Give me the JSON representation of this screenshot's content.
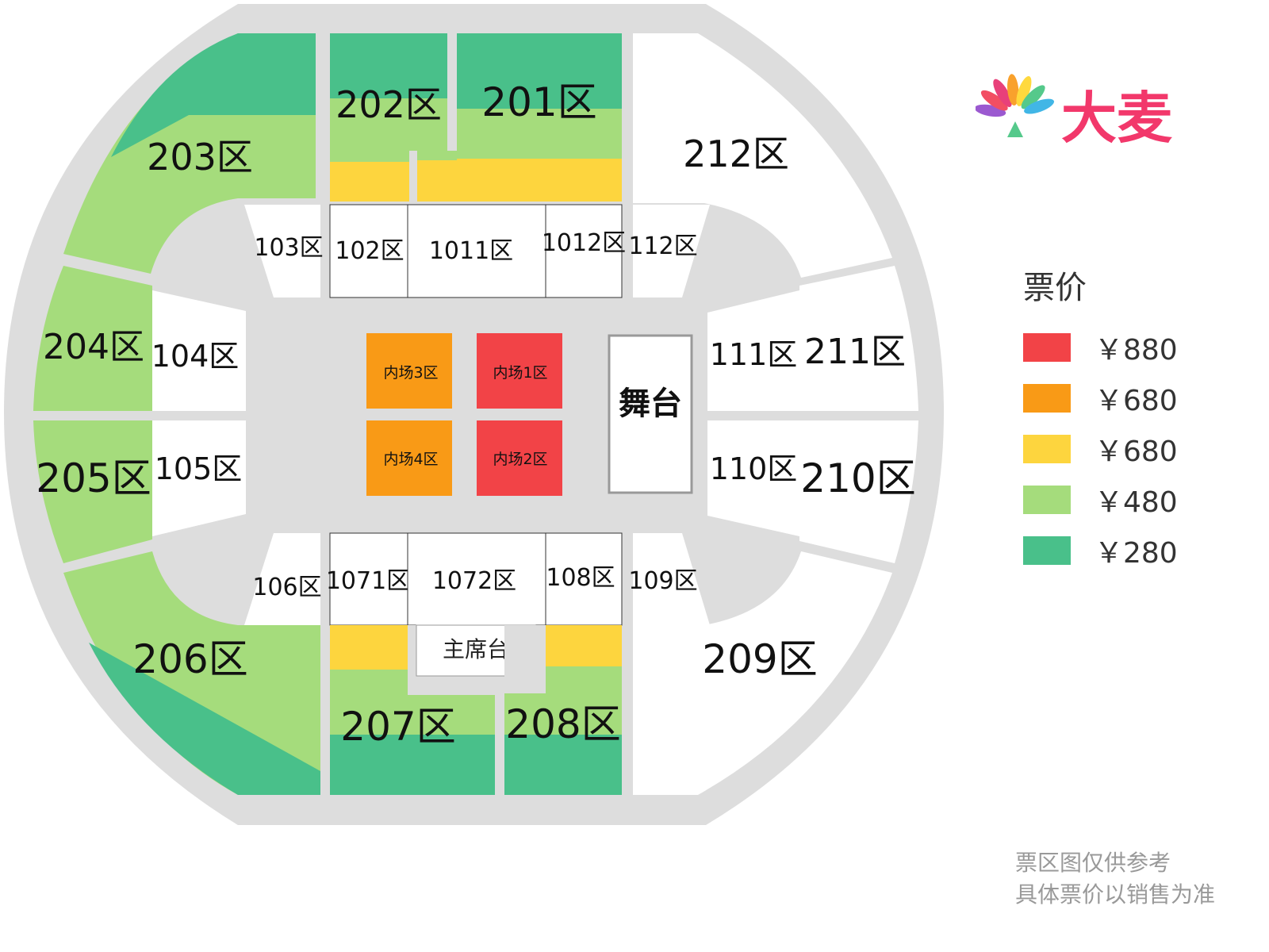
{
  "brand": {
    "name": "大麦",
    "colors": [
      "#f24e63",
      "#f9a12c",
      "#ffd93d",
      "#55c98b",
      "#41b6e6",
      "#9b59d0"
    ]
  },
  "legend": {
    "title": "票价",
    "items": [
      {
        "price": "￥880",
        "color": "#f24347"
      },
      {
        "price": "￥680",
        "color": "#f99a16"
      },
      {
        "price": "￥680",
        "color": "#fdd53e"
      },
      {
        "price": "￥480",
        "color": "#a5dc7c"
      },
      {
        "price": "￥280",
        "color": "#49c08a"
      }
    ]
  },
  "sections": {
    "s201": "201区",
    "s202": "202区",
    "s203": "203区",
    "s204": "204区",
    "s205": "205区",
    "s206": "206区",
    "s207": "207区",
    "s208": "208区",
    "s209": "209区",
    "s210": "210区",
    "s211": "211区",
    "s212": "212区",
    "s102": "102区",
    "s103": "103区",
    "s1011": "1011区",
    "s1012": "1012区",
    "s112": "112区",
    "s104": "104区",
    "s105": "105区",
    "s106": "106区",
    "s1071": "1071区",
    "s1072": "1072区",
    "s108": "108区",
    "s109": "109区",
    "s110": "110区",
    "s111": "111区",
    "inner1": "内场1区",
    "inner2": "内场2区",
    "inner3": "内场3区",
    "inner4": "内场4区",
    "stage": "舞台",
    "vip": "主席台"
  },
  "note": {
    "line1": "票区图仅供参考",
    "line2": "具体票价以销售为准"
  }
}
